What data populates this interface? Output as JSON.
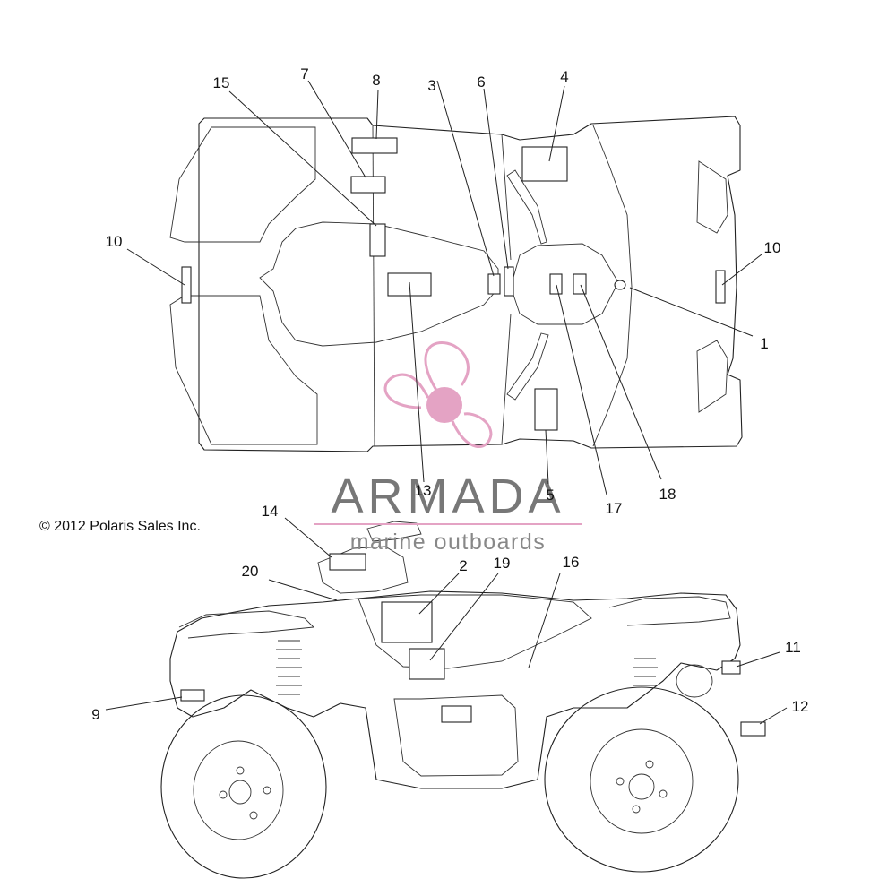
{
  "copyright": "© 2012 Polaris Sales Inc.",
  "watermark": {
    "brand": "ARMADA",
    "tagline": "marine outboards",
    "logo_icon": "propeller-icon",
    "logo_color": "#e4a3c4",
    "text_color": "#777777"
  },
  "callouts": {
    "c1": "1",
    "c2": "2",
    "c3": "3",
    "c4": "4",
    "c5": "5",
    "c6": "6",
    "c7": "7",
    "c8": "8",
    "c9": "9",
    "c10a": "10",
    "c10b": "10",
    "c11": "11",
    "c12": "12",
    "c13": "13",
    "c14": "14",
    "c15": "15",
    "c16": "16",
    "c17": "17",
    "c18": "18",
    "c19": "19",
    "c20": "20"
  }
}
